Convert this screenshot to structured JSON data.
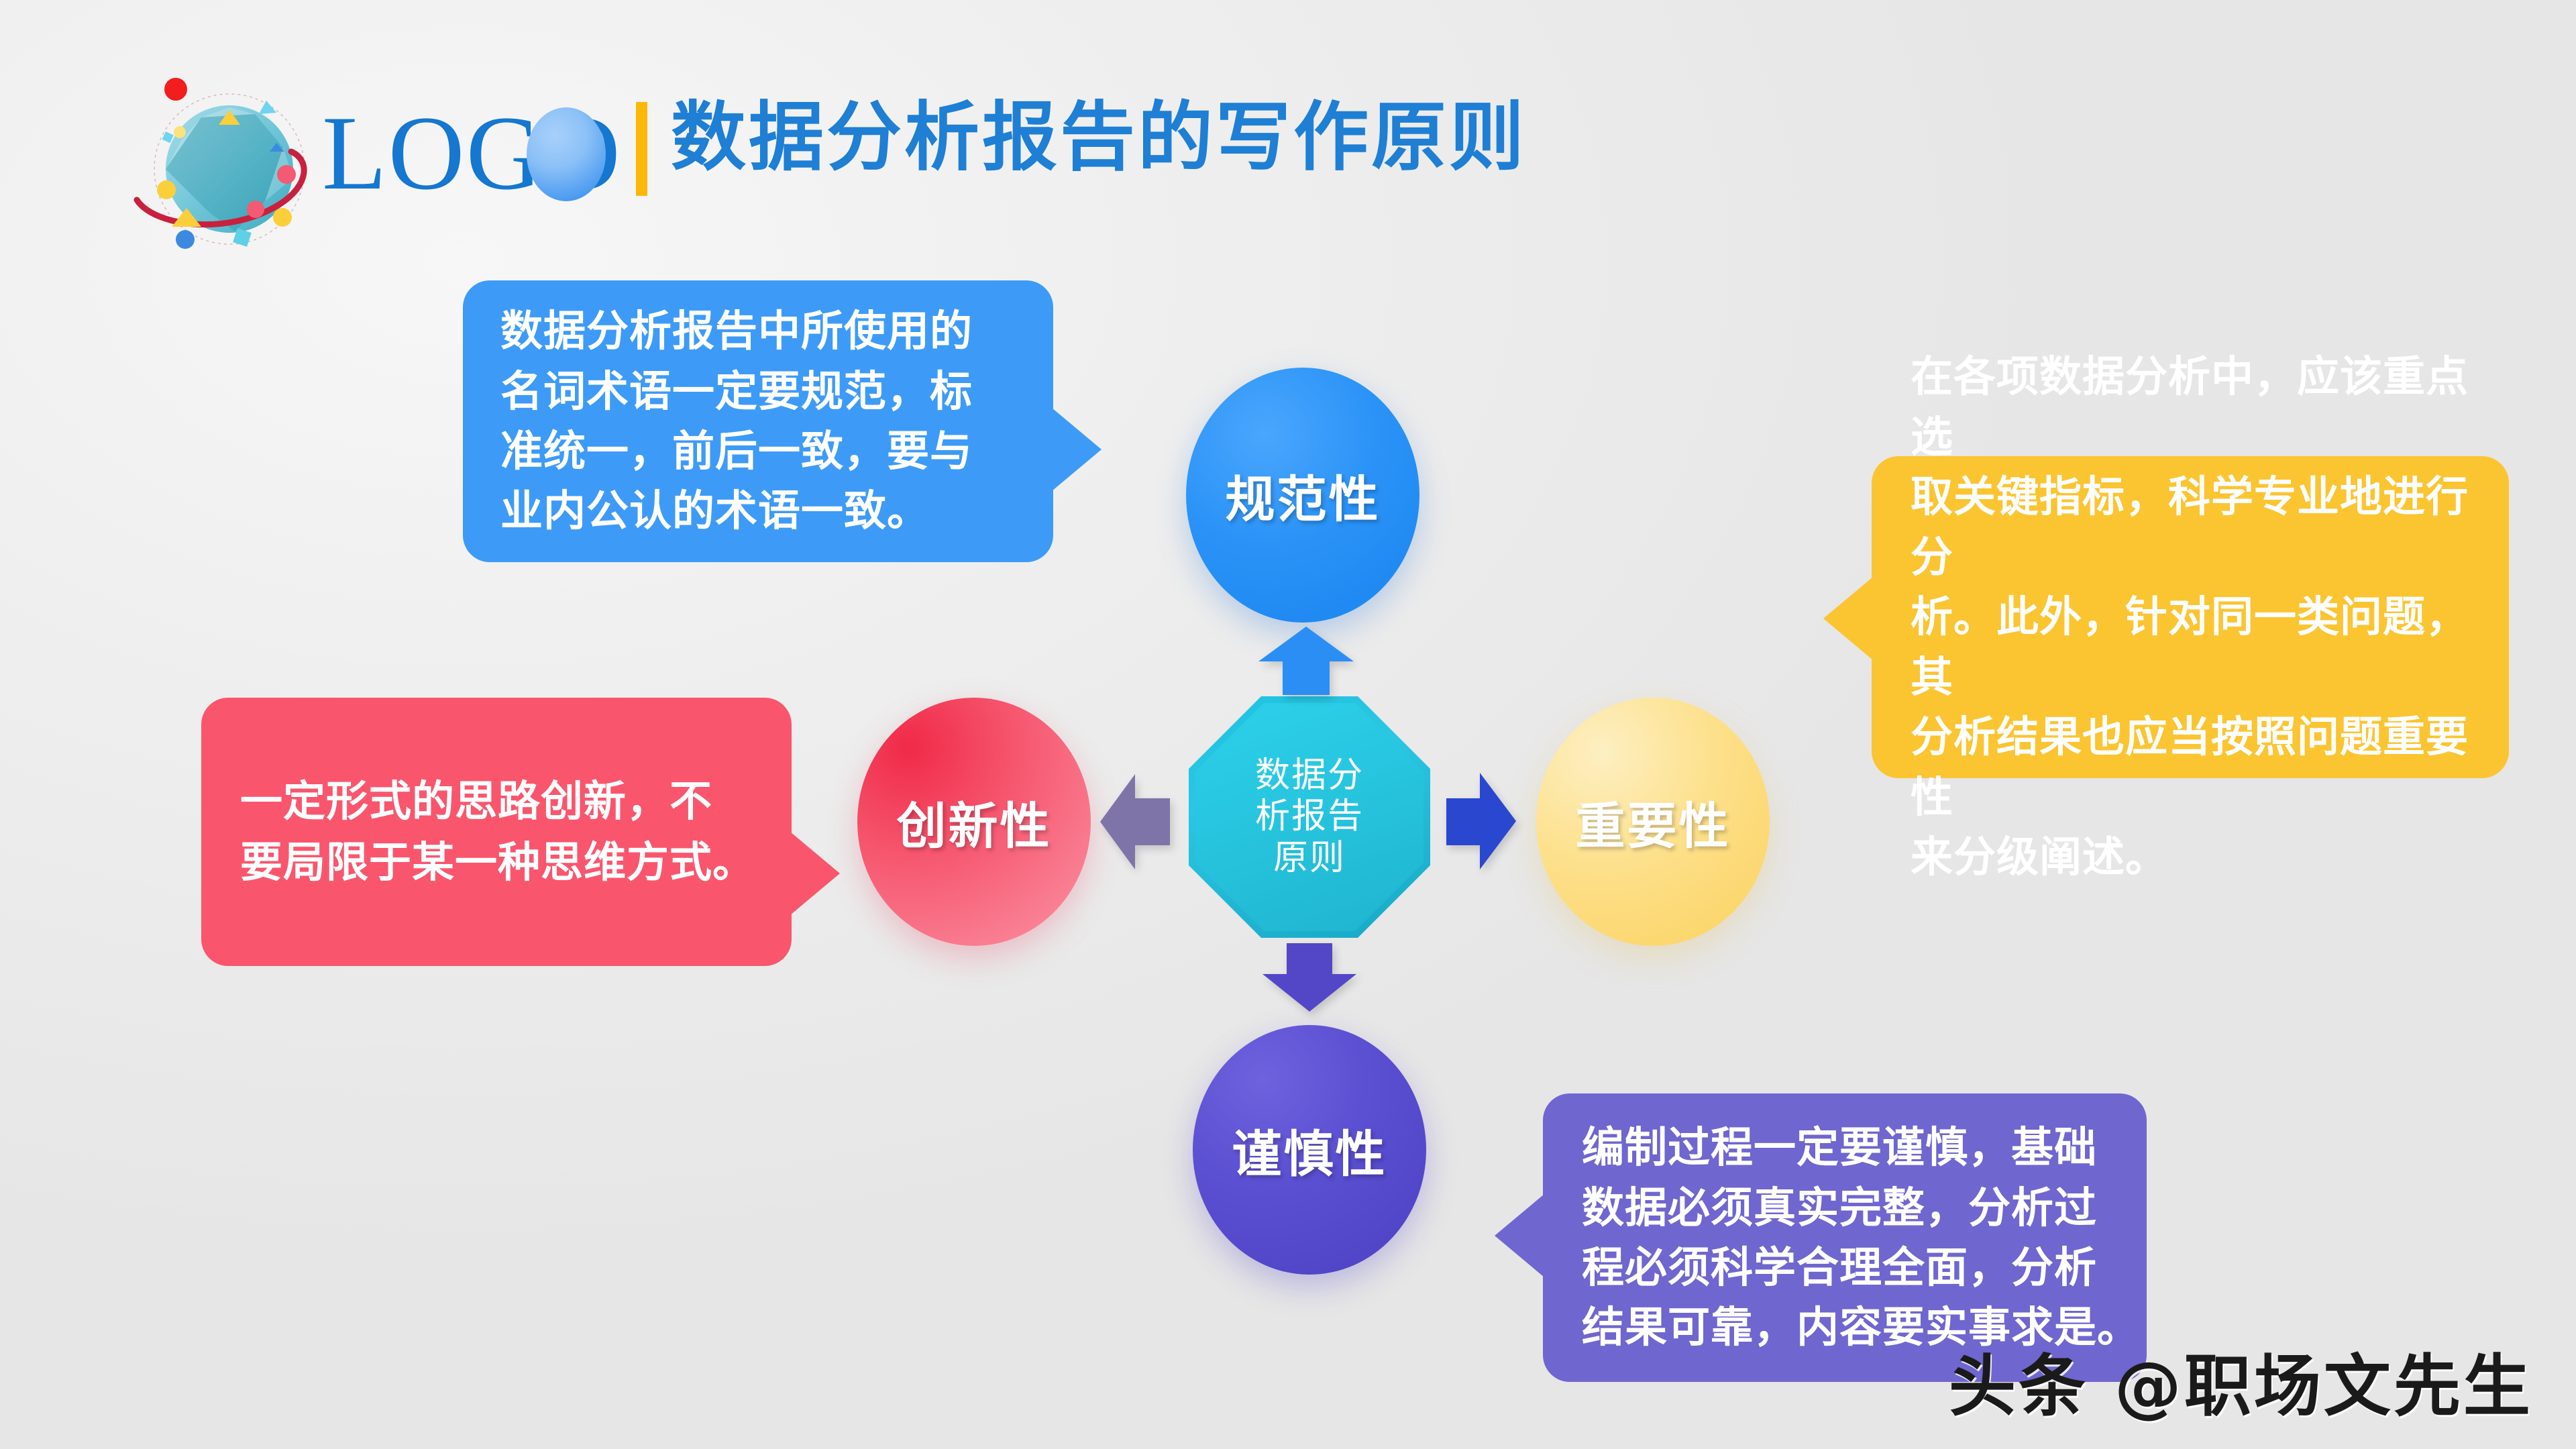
{
  "header": {
    "logo_text": "LOGO",
    "logo_icon": "low-poly-planet-icon",
    "logo_ball_icon": "blue-sphere-icon",
    "divider_color": "#fcb808",
    "title": "数据分析报告的写作原则",
    "title_color": "#1e7fd4"
  },
  "diagram": {
    "center": {
      "label": "数据分\n析报告\n原则",
      "color": "#22c3de",
      "shape": "octagon"
    },
    "nodes": [
      {
        "id": "standard",
        "label": "规范性",
        "color": "#2b93f7",
        "position": "top"
      },
      {
        "id": "innovation",
        "label": "创新性",
        "color": "#f6566e",
        "position": "left"
      },
      {
        "id": "importance",
        "label": "重要性",
        "color": "#fcd25f",
        "position": "right"
      },
      {
        "id": "prudence",
        "label": "谨慎性",
        "color": "#5a4ed1",
        "position": "bottom"
      }
    ],
    "arrows": [
      {
        "id": "up",
        "direction": "up",
        "color": "#2b8ef5",
        "icon": "arrow-up-icon"
      },
      {
        "id": "right",
        "direction": "right",
        "color": "#2a47d0",
        "icon": "arrow-right-icon"
      },
      {
        "id": "down",
        "direction": "down",
        "color": "#5347c8",
        "icon": "arrow-down-icon"
      },
      {
        "id": "left",
        "direction": "left",
        "color": "#7e74a8",
        "icon": "arrow-left-icon"
      }
    ],
    "callouts": [
      {
        "id": "standard",
        "for_node": "规范性",
        "color": "#3d9bf7",
        "text": "数据分析报告中所使用的\n名词术语一定要规范，标\n准统一，前后一致，要与\n业内公认的术语一致。"
      },
      {
        "id": "importance",
        "for_node": "重要性",
        "color": "#fbc431",
        "text": "在各项数据分析中，应该重点选\n取关键指标，科学专业地进行分\n析。此外，针对同一类问题，其\n分析结果也应当按照问题重要性\n来分级阐述。"
      },
      {
        "id": "innovation",
        "for_node": "创新性",
        "color": "#f9566d",
        "text": "一定形式的思路创新，不\n要局限于某一种思维方式。"
      },
      {
        "id": "prudence",
        "for_node": "谨慎性",
        "color": "#6f66cf",
        "text": "编制过程一定要谨慎，基础\n数据必须真实完整，分析过\n程必须科学合理全面，分析\n结果可靠，内容要实事求是。"
      }
    ]
  },
  "watermark": {
    "text": "头条 @职场文先生"
  }
}
